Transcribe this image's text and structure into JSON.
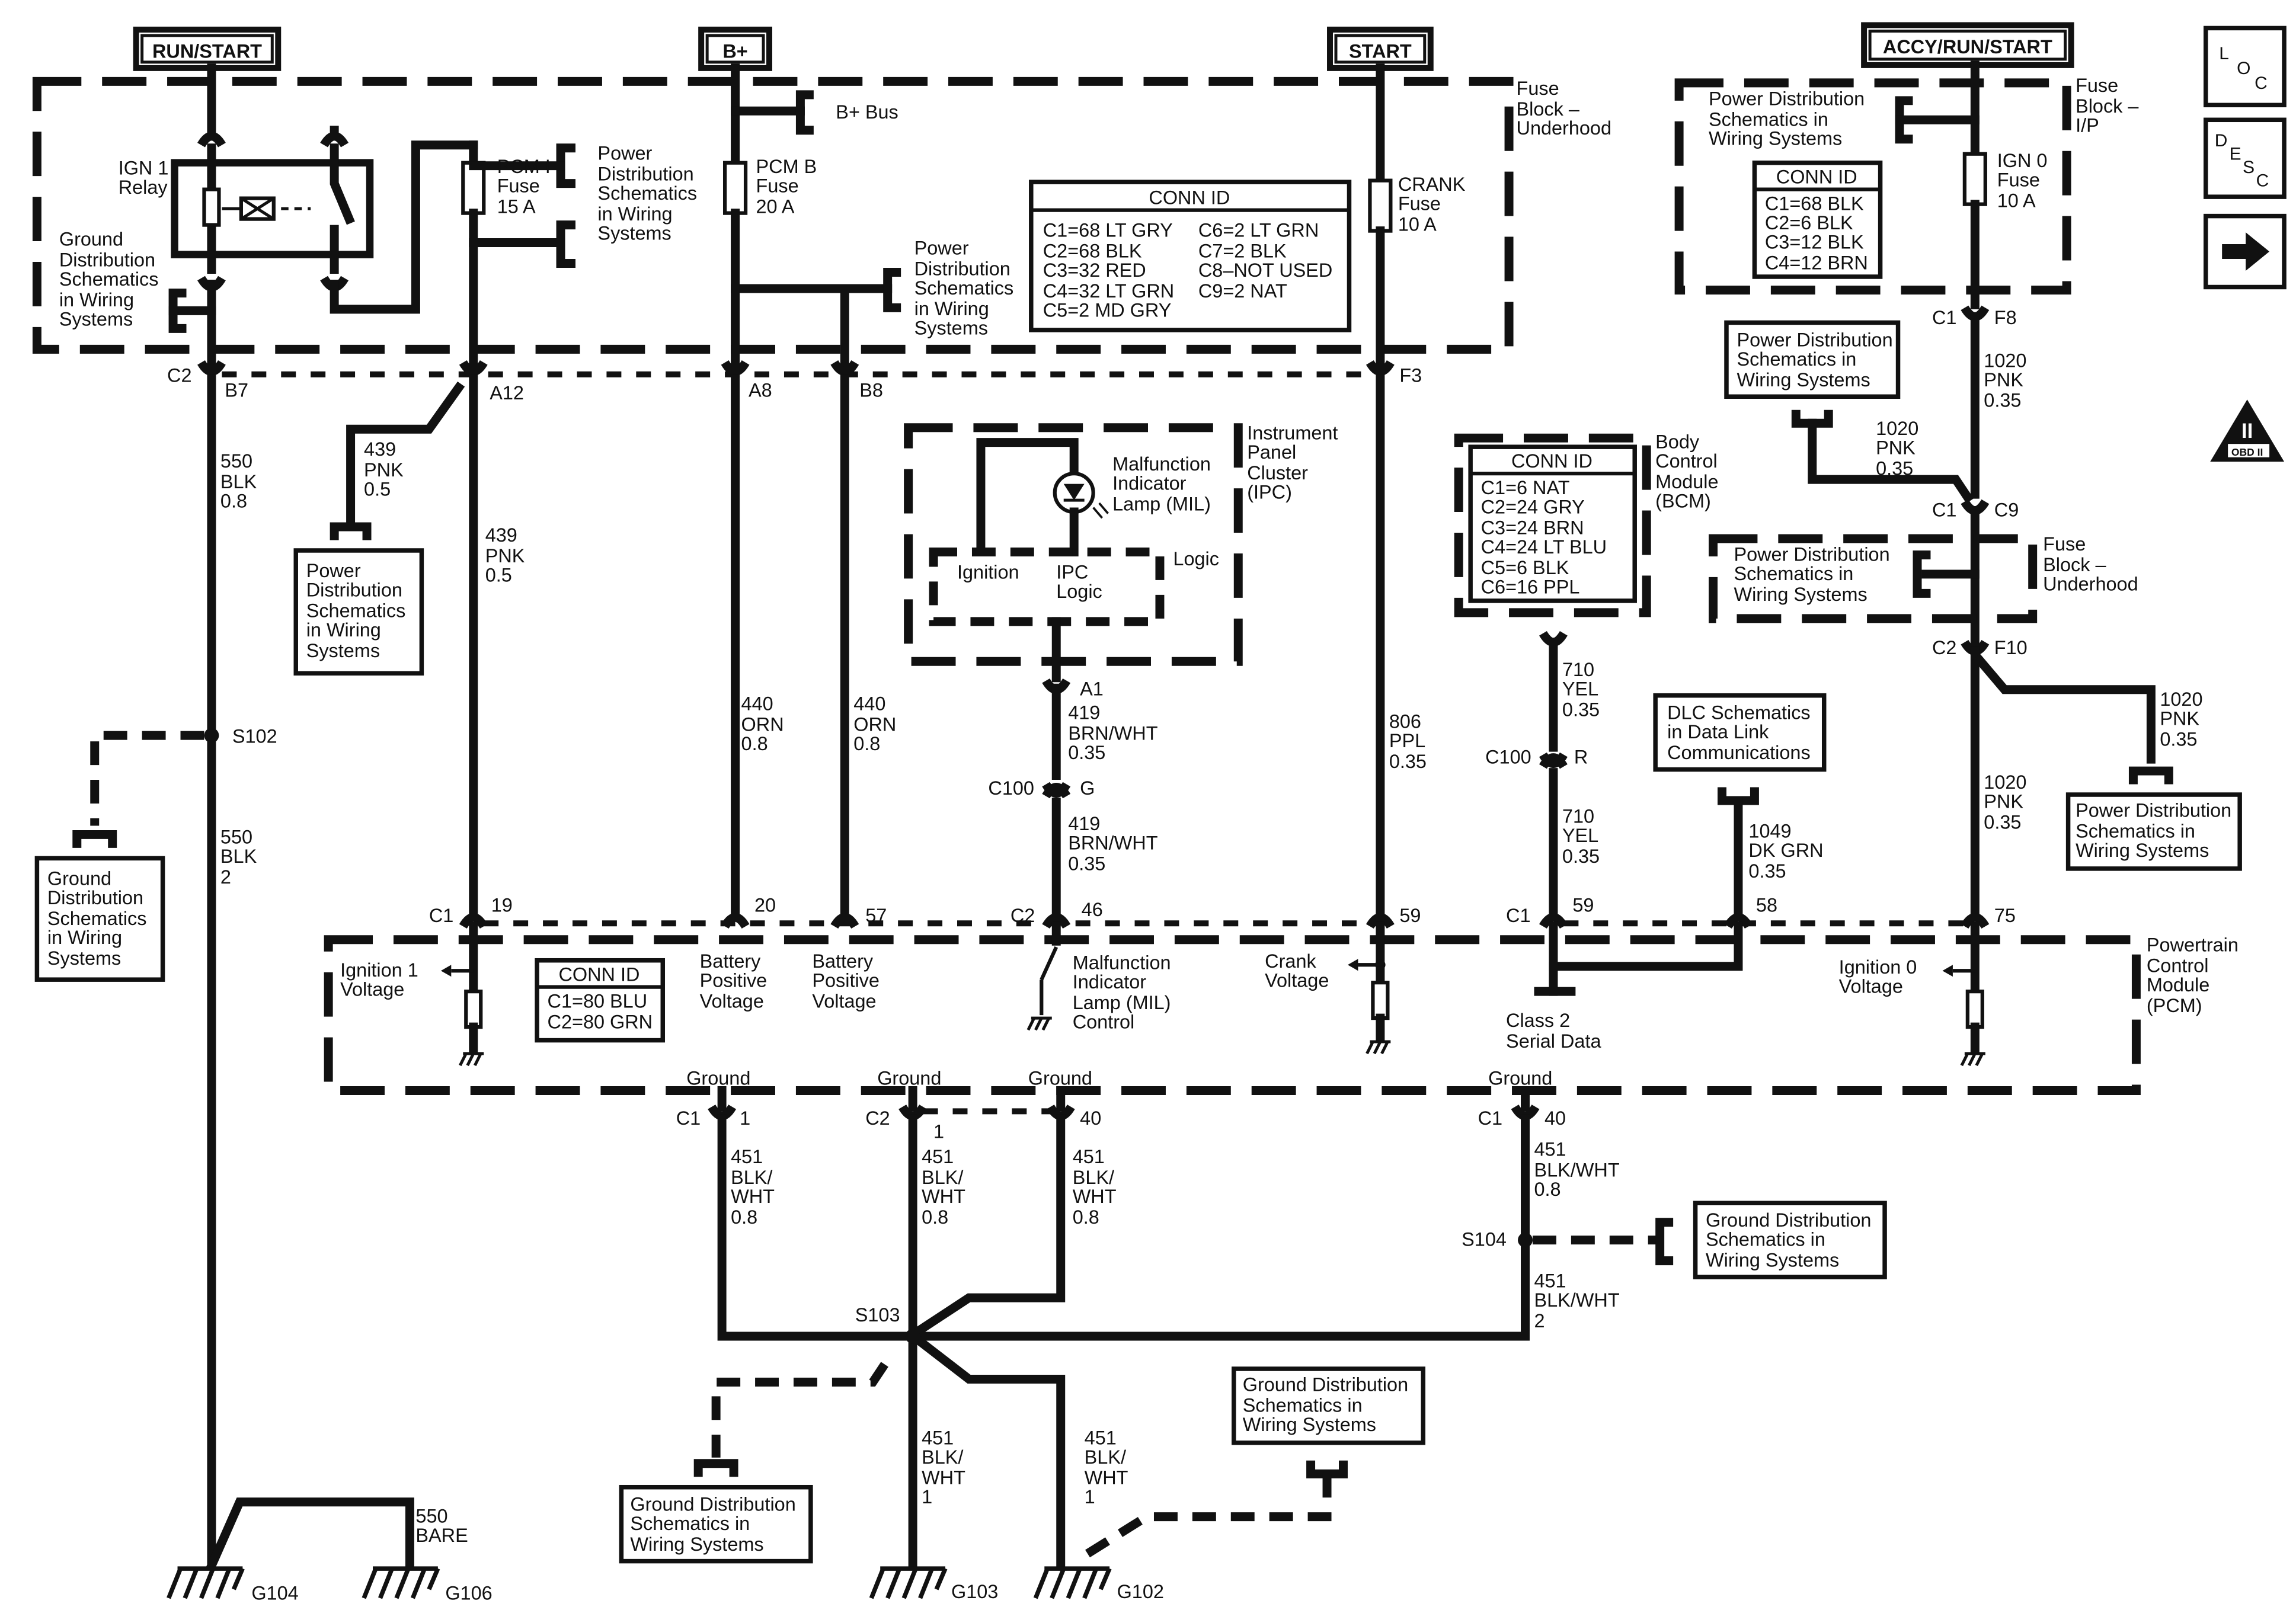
{
  "supplies": {
    "run_start": "RUN/START",
    "b_plus": "B+",
    "start": "START",
    "accy_run_start": "ACCY/RUN/START"
  },
  "nav": {
    "loc": [
      "L",
      "O",
      "C"
    ],
    "desc": [
      "D",
      "E",
      "S",
      "C"
    ],
    "obd": [
      "II",
      "OBD II"
    ]
  },
  "fuse_block_underhood": {
    "label": [
      "Fuse",
      "Block –",
      "Underhood"
    ],
    "b_bus": "B+ Bus",
    "ign1_relay": [
      "IGN 1",
      "Relay"
    ],
    "pcm_i_fuse": [
      "PCM I",
      "Fuse",
      "15 A"
    ],
    "pcm_b_fuse": [
      "PCM B",
      "Fuse",
      "20 A"
    ],
    "crank_fuse": [
      "CRANK",
      "Fuse",
      "10 A"
    ],
    "ground_dist": [
      "Ground",
      "Distribution",
      "Schematics",
      "in Wiring",
      "Systems"
    ],
    "power_dist_1": [
      "Power",
      "Distribution",
      "Schematics",
      "in Wiring",
      "Systems"
    ],
    "power_dist_2": [
      "Power",
      "Distribution",
      "Schematics",
      "in Wiring",
      "Systems"
    ],
    "conn_id": {
      "title": "CONN ID",
      "left": [
        "C1=68 LT GRY",
        "C2=68 BLK",
        "C3=32 RED",
        "C4=32 LT GRN",
        "C5=2 MD GRY"
      ],
      "right": [
        "C6=2 LT GRN",
        "C7=2 BLK",
        "C8–NOT USED",
        "C9=2 NAT"
      ]
    },
    "pins": {
      "c2": "C2",
      "b7": "B7",
      "a12": "A12",
      "a8": "A8",
      "b8": "B8",
      "f3": "F3"
    }
  },
  "fuse_block_ip": {
    "label": [
      "Fuse",
      "Block –",
      "I/P"
    ],
    "power_dist": [
      "Power Distribution",
      "Schematics in",
      "Wiring Systems"
    ],
    "conn_id": {
      "title": "CONN ID",
      "rows": [
        "C1=68 BLK",
        "C2=6 BLK",
        "C3=12 BLK",
        "C4=12 BRN"
      ]
    },
    "ign0_fuse": [
      "IGN 0",
      "Fuse",
      "10 A"
    ],
    "pins": {
      "c1": "C1",
      "f8": "F8"
    }
  },
  "wires": {
    "w550_blk_08": [
      "550",
      "BLK",
      "0.8"
    ],
    "w550_blk_2": [
      "550",
      "BLK",
      "2"
    ],
    "w439_pnk_05_left": [
      "439",
      "PNK",
      "0.5"
    ],
    "w439_pnk_05": [
      "439",
      "PNK",
      "0.5"
    ],
    "w440_orn_08_a": [
      "440",
      "ORN",
      "0.8"
    ],
    "w440_orn_08_b": [
      "440",
      "ORN",
      "0.8"
    ],
    "w419_a": [
      "419",
      "BRN/WHT",
      "0.35"
    ],
    "w419_b": [
      "419",
      "BRN/WHT",
      "0.35"
    ],
    "w806": [
      "806",
      "PPL",
      "0.35"
    ],
    "w710_a": [
      "710",
      "YEL",
      "0.35"
    ],
    "w710_b": [
      "710",
      "YEL",
      "0.35"
    ],
    "w1049": [
      "1049",
      "DK GRN",
      "0.35"
    ],
    "w1020_a": [
      "1020",
      "PNK",
      "0.35"
    ],
    "w1020_b": [
      "1020",
      "PNK",
      "0.35"
    ],
    "w1020_c": [
      "1020",
      "PNK",
      "0.35"
    ],
    "w1020_d": [
      "1020",
      "PNK",
      "0.35"
    ],
    "w451_a": [
      "451",
      "BLK/",
      "WHT",
      "0.8"
    ],
    "w451_b": [
      "451",
      "BLK/",
      "WHT",
      "0.8"
    ],
    "w451_c": [
      "451",
      "BLK/",
      "WHT",
      "0.8"
    ],
    "w451_d": [
      "451",
      "BLK/WHT",
      "0.8"
    ],
    "w451_e": [
      "451",
      "BLK/WHT",
      "2"
    ],
    "w451_f": [
      "451",
      "BLK/",
      "WHT",
      "1"
    ],
    "w451_g": [
      "451",
      "BLK/",
      "WHT",
      "1"
    ],
    "w550_bare": [
      "550",
      "BARE"
    ]
  },
  "splices": {
    "s102": "S102",
    "s103": "S103",
    "s104": "S104"
  },
  "grounds": {
    "g104": "G104",
    "g106": "G106",
    "g103": "G103",
    "g102": "G102"
  },
  "refs": {
    "ground_dist_s102": [
      "Ground",
      "Distribution",
      "Schematics",
      "in Wiring",
      "Systems"
    ],
    "power_dist_439": [
      "Power",
      "Distribution",
      "Schematics",
      "in Wiring",
      "Systems"
    ],
    "power_dist_c9": [
      "Power Distribution",
      "Schematics in",
      "Wiring Systems"
    ],
    "power_dist_1020": [
      "Power Distribution",
      "Schematics in",
      "Wiring Systems"
    ],
    "dlc": [
      "DLC Schematics",
      "in Data Link",
      "Communications"
    ],
    "ground_dist_s104": [
      "Ground Distribution",
      "Schematics in",
      "Wiring Systems"
    ],
    "ground_dist_s103": [
      "Ground Distribution",
      "Schematics in",
      "Wiring Systems"
    ],
    "ground_dist_g102": [
      "Ground Distribution",
      "Schematics in",
      "Wiring Systems"
    ]
  },
  "ipc": {
    "label": [
      "Instrument",
      "Panel",
      "Cluster",
      "(IPC)"
    ],
    "mil": [
      "Malfunction",
      "Indicator",
      "Lamp (MIL)"
    ],
    "ignition": "Ignition",
    "ipc_logic": [
      "IPC",
      "Logic"
    ],
    "logic": "Logic",
    "pins": {
      "a1": "A1",
      "c100": "C100",
      "g": "G"
    }
  },
  "bcm": {
    "label": [
      "Body",
      "Control",
      "Module",
      "(BCM)"
    ],
    "conn_id": {
      "title": "CONN ID",
      "rows": [
        "C1=6 NAT",
        "C2=24 GRY",
        "C3=24 BRN",
        "C4=24 LT BLU",
        "C5=6 BLK",
        "C6=16 PPL"
      ]
    },
    "pins": {
      "c100": "C100",
      "r": "R"
    }
  },
  "fuse_block_underhood_2": {
    "label": [
      "Fuse",
      "Block –",
      "Underhood"
    ],
    "power_dist": [
      "Power Distribution",
      "Schematics in",
      "Wiring Systems"
    ],
    "pins": {
      "c1": "C1",
      "c9": "C9",
      "c2": "C2",
      "f10": "F10"
    }
  },
  "pcm": {
    "label": [
      "Powertrain",
      "Control",
      "Module",
      "(PCM)"
    ],
    "conn_id": {
      "title": "CONN ID",
      "rows": [
        "C1=80 BLU",
        "C2=80 GRN"
      ]
    },
    "ignition1": [
      "Ignition 1",
      "Voltage"
    ],
    "battery1": [
      "Battery",
      "Positive",
      "Voltage"
    ],
    "battery2": [
      "Battery",
      "Positive",
      "Voltage"
    ],
    "mil_control": [
      "Malfunction",
      "Indicator",
      "Lamp (MIL)",
      "Control"
    ],
    "crank": [
      "Crank",
      "Voltage"
    ],
    "class2": [
      "Class 2",
      "Serial Data"
    ],
    "ignition0": [
      "Ignition 0",
      "Voltage"
    ],
    "ground": "Ground",
    "pins_top": {
      "c1": "C1",
      "p19": "19",
      "p20": "20",
      "p57": "57",
      "c2": "C2",
      "p46": "46",
      "p59": "59",
      "c1b": "C1",
      "p59b": "59",
      "p58": "58",
      "p75": "75"
    },
    "pins_bot": {
      "c1": "C1",
      "p1": "1",
      "c2": "C2",
      "p1b": "1",
      "p40": "40",
      "c1b": "C1",
      "p40b": "40"
    }
  }
}
